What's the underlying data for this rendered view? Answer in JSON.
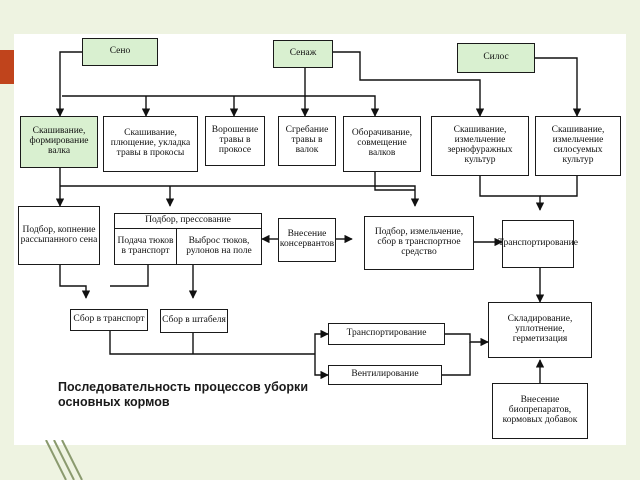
{
  "caption": "Последовательность процессов уборки основных кормов",
  "nodes": {
    "seno": "Сено",
    "senazh": "Сенаж",
    "silos": "Силос",
    "n1": "Скашивание, формирование валка",
    "n2": "Скашивание, плющение, укладка травы в прокосы",
    "n3": "Ворошение травы в прокосе",
    "n4": "Сгребание травы в валок",
    "n5": "Оборачивание, совмещение валков",
    "n6": "Скашивание, измельчение зернофуражных культур",
    "n7": "Скашивание, измельчение силосуемых культур",
    "r1": "Подбор, копнение рассыпанного сена",
    "r2": "Подбор, прессование",
    "r2a": "Подача тюков в транспорт",
    "r2b": "Выброс тюков, рулонов на поле",
    "r3": "Внесение консервантов",
    "r4": "Подбор, измельчение, сбор в транспортное средство",
    "r5": "Транспортирование",
    "s1": "Сбор в транспорт",
    "s2": "Сбор в штабеля",
    "t1": "Транспортирование",
    "v1": "Вентилирование",
    "k1": "Складирование, уплотнение, герметизация",
    "b1": "Внесение биопрепаратов, кормовых добавок"
  },
  "colors": {
    "accent": "#c0441c",
    "header_fill": "#d9f0d0",
    "background": "#eef3e1"
  }
}
